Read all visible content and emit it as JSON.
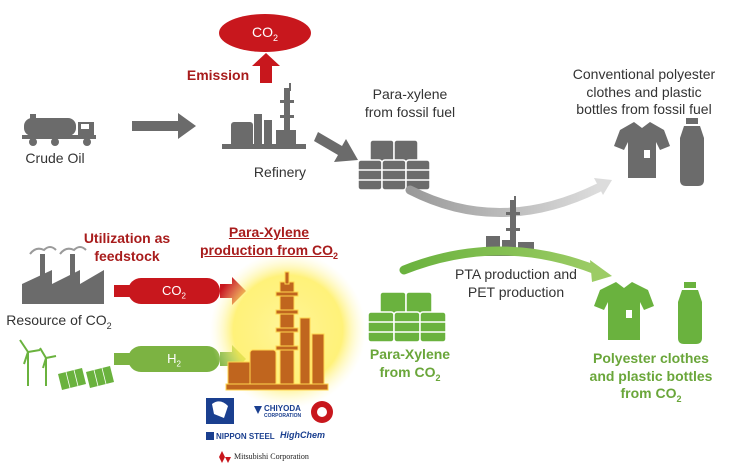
{
  "emission": {
    "co2_base": "CO",
    "co2_sub": "2",
    "label": "Emission"
  },
  "crude_oil": {
    "label": "Crude Oil"
  },
  "refinery": {
    "label": "Refinery"
  },
  "paraxylene_fossil": {
    "line1": "Para-xylene",
    "line2": "from fossil fuel"
  },
  "conventional": {
    "line1": "Conventional polyester",
    "line2": "clothes and plastic",
    "line3": "bottles from fossil fuel"
  },
  "pta": {
    "line1": "PTA production and",
    "line2": "PET production"
  },
  "utilization": {
    "line1": "Utilization as",
    "line2": "feedstock"
  },
  "px_co2_production": {
    "line1": "Para-Xylene",
    "line2_base": "production from CO",
    "line2_sub": "2"
  },
  "co2_pill": {
    "base": "CO",
    "sub": "2"
  },
  "h2_pill": {
    "base": "H",
    "sub": "2"
  },
  "resource_co2": {
    "base": "Resource of CO",
    "sub": "2"
  },
  "px_from_co2": {
    "line1": "Para-Xylene",
    "line2_base": "from CO",
    "line2_sub": "2"
  },
  "polyester_co2": {
    "line1": "Polyester clothes",
    "line2": "and plastic bottles",
    "line3_base": "from CO",
    "line3_sub": "2"
  },
  "logos": {
    "chiyoda": "CHIYODA",
    "chiyoda_sub": "CORPORATION",
    "nippon_steel": "NIPPON STEEL",
    "highchem": "HighChem",
    "mitsubishi": "Mitsubishi Corporation"
  },
  "colors": {
    "emission_red": "#c8171d",
    "arrow_red": "#c8171d",
    "h2_green": "#7cb342",
    "icon_gray": "#6b6b6b",
    "green_icon": "#6ab23e",
    "glow_plant": "#c0651e"
  }
}
